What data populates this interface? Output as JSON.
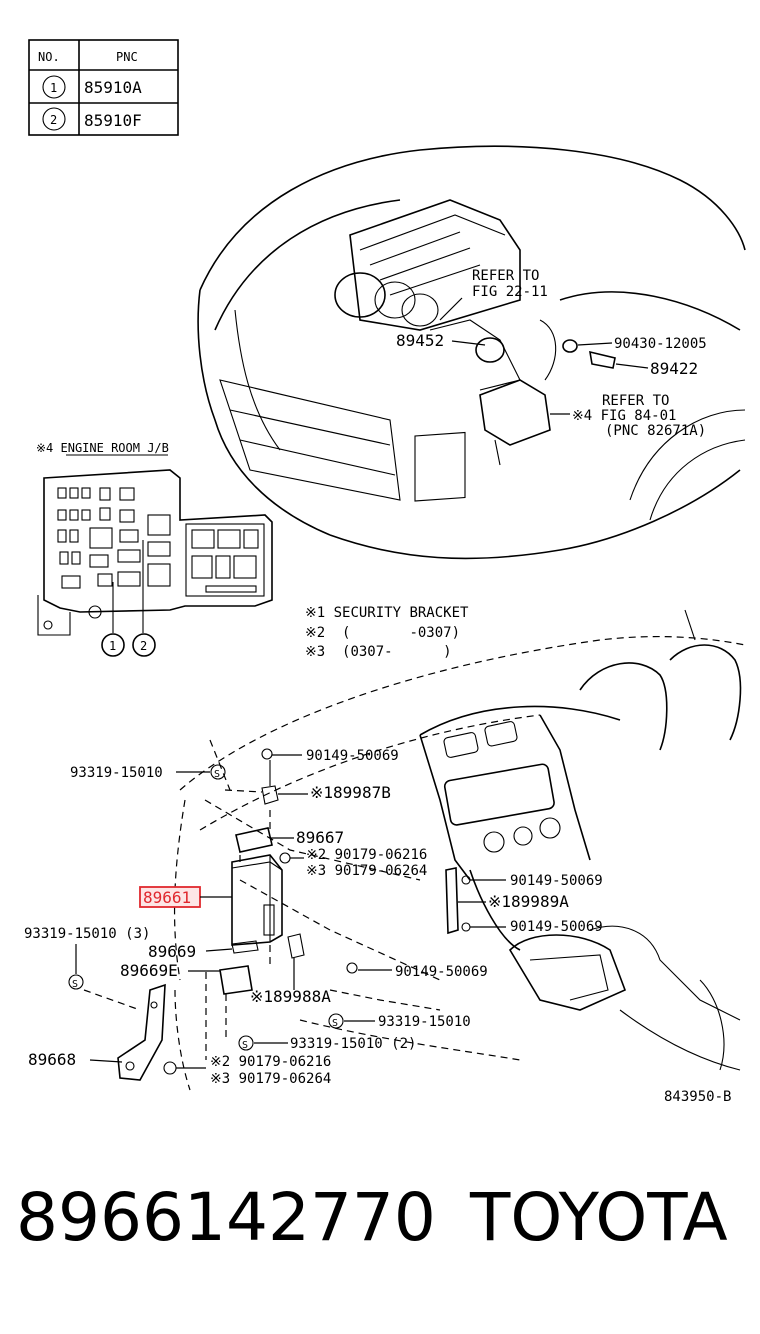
{
  "pnc_table": {
    "header_no": "NO.",
    "header_pnc": "PNC",
    "rows": [
      {
        "no": "1",
        "pnc": "85910A"
      },
      {
        "no": "2",
        "pnc": "85910F"
      }
    ]
  },
  "engine_room": {
    "refer_fig_22": "REFER TO\nFIG 22-11",
    "label_89452": "89452",
    "label_90430": "90430-12005",
    "label_89422": "89422",
    "refer_fig_84_l1": "REFER TO",
    "refer_fig_84_l2": "※4 FIG 84-01",
    "refer_fig_84_l3": "(PNC 82671A)",
    "jb_title": "※4 ENGINE ROOM J/B",
    "callout_1": "1",
    "callout_2": "2"
  },
  "notes": {
    "n1": "※1  SECURITY BRACKET",
    "n2": "※2  (       -0307)",
    "n3": "※3  (0307-      )"
  },
  "parts": {
    "p_93319_top": "93319-15010",
    "p_90149_top": "90149-50069",
    "p_189987B": "※189987B",
    "p_89667": "89667",
    "p_2_90179": "※2 90179-06216",
    "p_3_90179": "※3 90179-06264",
    "p_89661": "89661",
    "p_90149_r1": "90149-50069",
    "p_189989A": "※189989A",
    "p_90149_r2": "90149-50069",
    "p_93319_3": "93319-15010 (3)",
    "p_89669": "89669",
    "p_89669E": "89669E",
    "p_90149_mid": "90149-50069",
    "p_189988A": "※189988A",
    "p_93319_mid": "93319-15010",
    "p_93319_2": "93319-15010 (2)",
    "p_89668": "89668",
    "p_2_90179_b": "※2 90179-06216",
    "p_3_90179_b": "※3 90179-06264",
    "drawing_no": "843950-B"
  },
  "footer": {
    "part_number": "8966142770",
    "brand": "TOYOTA"
  },
  "colors": {
    "highlight": "#e0282e",
    "highlight_fill": "#fde6e6"
  }
}
